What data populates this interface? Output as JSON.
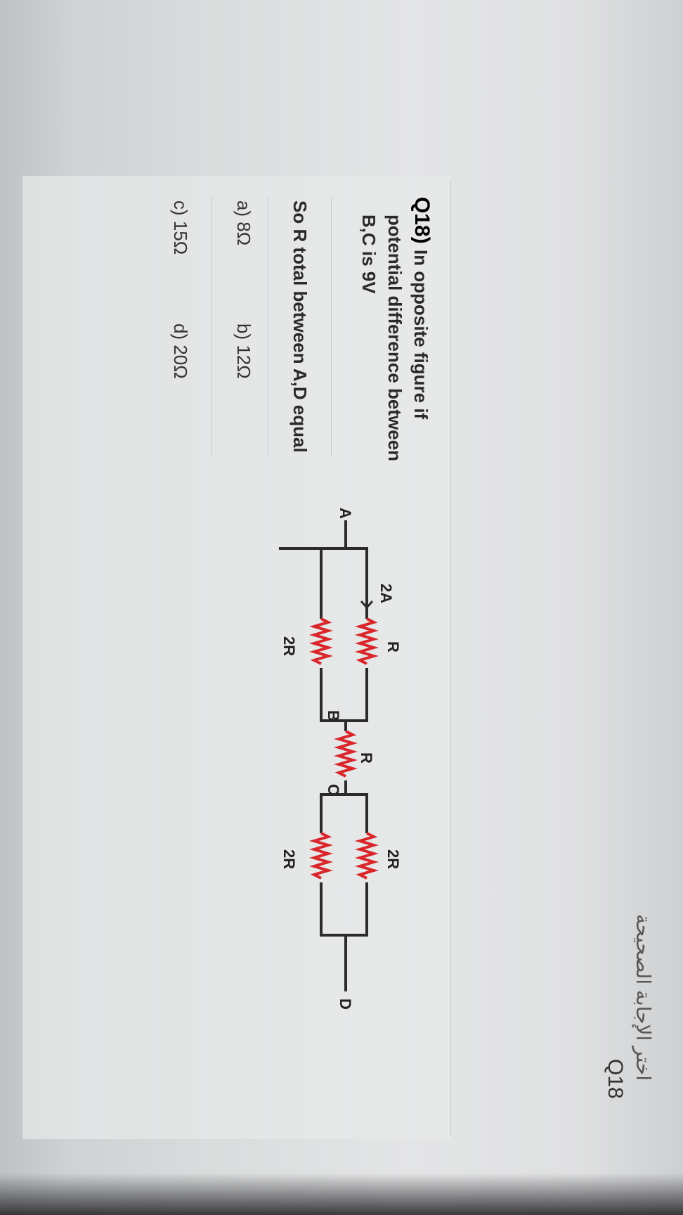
{
  "header": {
    "question_number": "Q18",
    "arabic_caption": "اختر الإجابة الصحيحة"
  },
  "question": {
    "label": "Q18)",
    "stem_line1": "In opposite figure if",
    "stem_line2": "potential difference between",
    "stem_line3": "B,C is 9V",
    "ask": "So R total between A,D equal"
  },
  "options": [
    {
      "key": "a",
      "text": "a) 8Ω"
    },
    {
      "key": "b",
      "text": "b) 12Ω"
    },
    {
      "key": "c",
      "text": "c) 15Ω"
    },
    {
      "key": "d",
      "text": "d) 20Ω"
    }
  ],
  "diagram": {
    "node_a": "A",
    "node_b": "B",
    "node_c": "C",
    "node_d": "D",
    "current_label": "2A",
    "resistor_top_left": "R",
    "resistor_bottom_left": "2R",
    "resistor_middle": "R",
    "resistor_top_right": "2R",
    "resistor_bottom_right": "2R"
  },
  "colors": {
    "wire": "#2b2b2b",
    "resistor": "#d9262b",
    "text": "#222222"
  }
}
